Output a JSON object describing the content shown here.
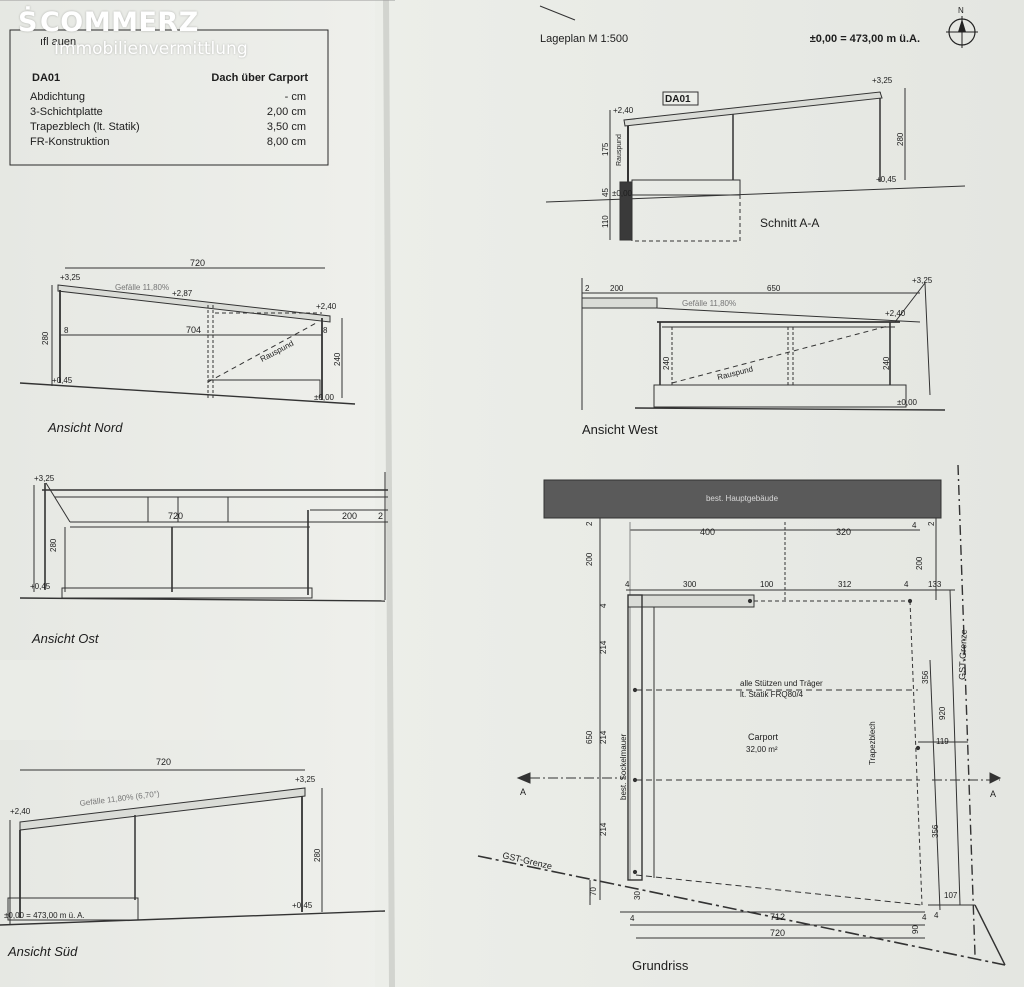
{
  "brand": {
    "symbol": "Ṡ",
    "name": "COMMERZ",
    "subtitle": "Immobilienvermittlung"
  },
  "legend": {
    "title_fragment": "ıfl auen",
    "code": "DA01",
    "name": "Dach über Carport",
    "layers": [
      {
        "label": "Abdichtung",
        "value": "- cm"
      },
      {
        "label": "3-Schichtplatte",
        "value": "2,00 cm"
      },
      {
        "label": "Trapezblech (lt. Statik)",
        "value": "3,50 cm"
      },
      {
        "label": "FR-Konstruktion",
        "value": "8,00 cm"
      }
    ]
  },
  "header": {
    "lageplan": "Lageplan M 1:500",
    "elevation": "±0,00 = 473,00 m ü.A.",
    "north": "N"
  },
  "schnitt": {
    "title": "Schnitt A-A",
    "tag": "DA01",
    "levels": {
      "top_left": "+2,40",
      "top_right": "+3,25",
      "ground_right": "+0,45",
      "zero": "±0,00"
    },
    "dims": {
      "d175": "175",
      "d45": "45",
      "d110": "110",
      "d280": "280"
    },
    "label_rauspund": "Rauspund"
  },
  "nord": {
    "title": "Ansicht Nord",
    "width": "720",
    "inner": "704",
    "slope": "Gefälle 11,80%",
    "levels": {
      "l325": "+3,25",
      "l287": "+2,87",
      "l240": "+2,40",
      "l045": "+0,45",
      "l000": "±0,00"
    },
    "dims": {
      "d280": "280",
      "d240": "240",
      "d8a": "8",
      "d8b": "8"
    },
    "label_rauspund": "Rauspund"
  },
  "west": {
    "title": "Ansicht West",
    "d2": "2",
    "d200": "200",
    "d650": "650",
    "slope": "Gefälle 11,80%",
    "levels": {
      "l325": "+3,25",
      "l240": "+2,40",
      "l000": "±0,00"
    },
    "dims": {
      "d240a": "240",
      "d240b": "240"
    },
    "label_rauspund": "Rauspund"
  },
  "ost": {
    "title": "Ansicht Ost",
    "d720": "720",
    "d200": "200",
    "d2": "2",
    "d280": "280",
    "levels": {
      "l325": "+3,25",
      "l045": "+0,45"
    }
  },
  "sued": {
    "title": "Ansicht Süd",
    "d720": "720",
    "slope": "Gefälle 11,80% (6,70°)",
    "d280": "280",
    "levels": {
      "l240": "+2,40",
      "l325": "+3,25",
      "l045": "+0,45",
      "l000": "±0,00 = 473,00 m ü. A."
    }
  },
  "grundriss": {
    "title": "Grundriss",
    "building": "best. Hauptgebäude",
    "gst_top": "GST-Grenze",
    "gst_bottom": "GST-Grenze",
    "sockel": "best. Sockelmauer",
    "stuetzen_1": "alle Stützen und Träger",
    "stuetzen_2": "lt. Statik FRQ80/4",
    "carport": "Carport",
    "area": "32,00 m²",
    "trapez": "Trapezblech",
    "section_a": "A",
    "dims_top": {
      "d400": "400",
      "d320": "320",
      "d4r": "4",
      "d2r": "2",
      "d2l": "2",
      "d200l": "200",
      "d200r": "200"
    },
    "dims_mid": {
      "d4a": "4",
      "d300": "300",
      "d100": "100",
      "d312": "312",
      "d4b": "4",
      "d133": "133"
    },
    "dims_left": {
      "d4": "4",
      "d214a": "214",
      "d214b": "214",
      "d650": "650",
      "d214c": "214",
      "d70": "70",
      "d30": "30"
    },
    "dims_right": {
      "d356a": "356",
      "d920": "920",
      "d119": "119",
      "d356b": "356",
      "d107": "107"
    },
    "dims_bottom": {
      "d4l": "4",
      "d712": "712",
      "d4r": "4",
      "d4r2": "4",
      "d90": "90",
      "d720": "720"
    }
  }
}
